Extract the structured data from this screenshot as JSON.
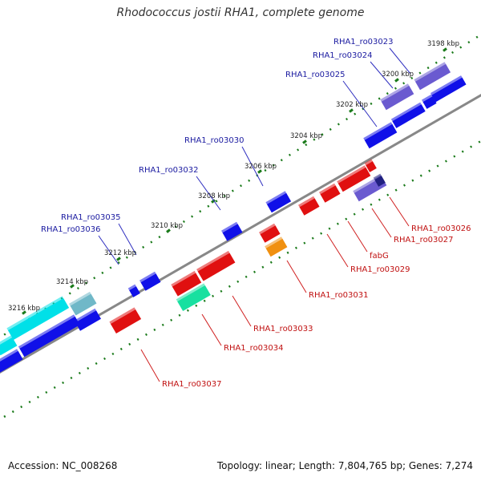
{
  "title": "Rhodococcus jostii RHA1, complete genome",
  "footer": {
    "accession": "Accession: NC_008268",
    "summary": "Topology: linear; Length: 7,804,765 bp; Genes: 7,274"
  },
  "colors": {
    "forward_gene": "#1010e8",
    "reverse_gene": "#e01010",
    "highlight_forward": "#6a5ad0",
    "cyan_gene": "#00e0e8",
    "green_gene": "#18e0a0",
    "orange_gene": "#f09010",
    "tick": "#1a7a1a",
    "backbone": "#888888",
    "forward_label": "#1a1aa0",
    "reverse_label": "#c01010"
  },
  "ticks": [
    {
      "label": "3198 kbp"
    },
    {
      "label": "3200 kbp"
    },
    {
      "label": "3202 kbp"
    },
    {
      "label": "3204 kbp"
    },
    {
      "label": "3206 kbp"
    },
    {
      "label": "3208 kbp"
    },
    {
      "label": "3210 kbp"
    },
    {
      "label": "3212 kbp"
    },
    {
      "label": "3214 kbp"
    },
    {
      "label": "3216 kbp"
    }
  ],
  "forward_labels": [
    {
      "text": "RHA1_ro03023"
    },
    {
      "text": "RHA1_ro03024"
    },
    {
      "text": "RHA1_ro03025"
    },
    {
      "text": "RHA1_ro03030"
    },
    {
      "text": "RHA1_ro03032"
    },
    {
      "text": "RHA1_ro03035"
    },
    {
      "text": "RHA1_ro03036"
    }
  ],
  "reverse_labels": [
    {
      "text": "RHA1_ro03026"
    },
    {
      "text": "RHA1_ro03027"
    },
    {
      "text": "fabG"
    },
    {
      "text": "RHA1_ro03029"
    },
    {
      "text": "RHA1_ro03031"
    },
    {
      "text": "RHA1_ro03033"
    },
    {
      "text": "RHA1_ro03034"
    },
    {
      "text": "RHA1_ro03037"
    }
  ]
}
